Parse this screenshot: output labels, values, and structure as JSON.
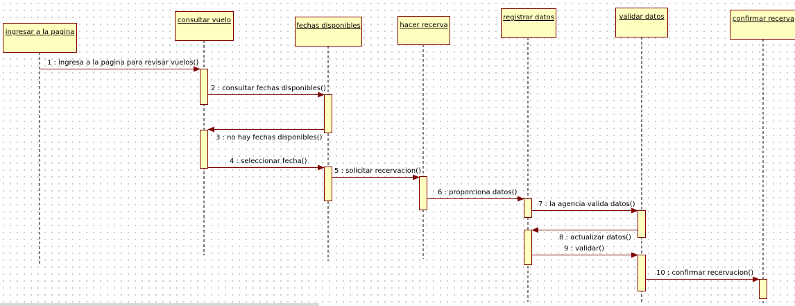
{
  "diagram": {
    "type": "sequence",
    "colors": {
      "box_fill": "#ffffc0",
      "box_stroke": "#800000",
      "lifeline": "#000000",
      "activation_fill": "#ffffc0",
      "activation_stroke": "#800000",
      "message": "#800000",
      "arrowhead": "#800000"
    },
    "objects": [
      {
        "id": "ingresar",
        "label": "ingresar a la pagina"
      },
      {
        "id": "consultar",
        "label": "consultar vuelo"
      },
      {
        "id": "fechas",
        "label": "fechas disponibles"
      },
      {
        "id": "hacer",
        "label": "hacer recerva"
      },
      {
        "id": "registrar",
        "label": "registrar datos"
      },
      {
        "id": "validar",
        "label": "validar datos"
      },
      {
        "id": "confirmar",
        "label": "confirmar recerva"
      }
    ],
    "messages": [
      {
        "label": "1 : ingresa a la pagina para revisar vuelos()",
        "from": "ingresar",
        "to": "consultar"
      },
      {
        "label": "2 : consultar fechas disponibles()",
        "from": "consultar",
        "to": "fechas"
      },
      {
        "label": "3 : no hay fechas disponibles()",
        "from": "fechas",
        "to": "consultar"
      },
      {
        "label": "4 : seleccionar fecha()",
        "from": "consultar",
        "to": "fechas"
      },
      {
        "label": "5 : solicitar recervacion()",
        "from": "fechas",
        "to": "hacer"
      },
      {
        "label": "6 : proporciona datos()",
        "from": "hacer",
        "to": "registrar"
      },
      {
        "label": "7 : la agencia valida datos()",
        "from": "registrar",
        "to": "validar"
      },
      {
        "label": "8 : actualizar datos()",
        "from": "validar",
        "to": "registrar"
      },
      {
        "label": "9 : validar()",
        "from": "registrar",
        "to": "validar"
      },
      {
        "label": "10 : confirmar recervacion()",
        "from": "validar",
        "to": "confirmar"
      }
    ]
  }
}
